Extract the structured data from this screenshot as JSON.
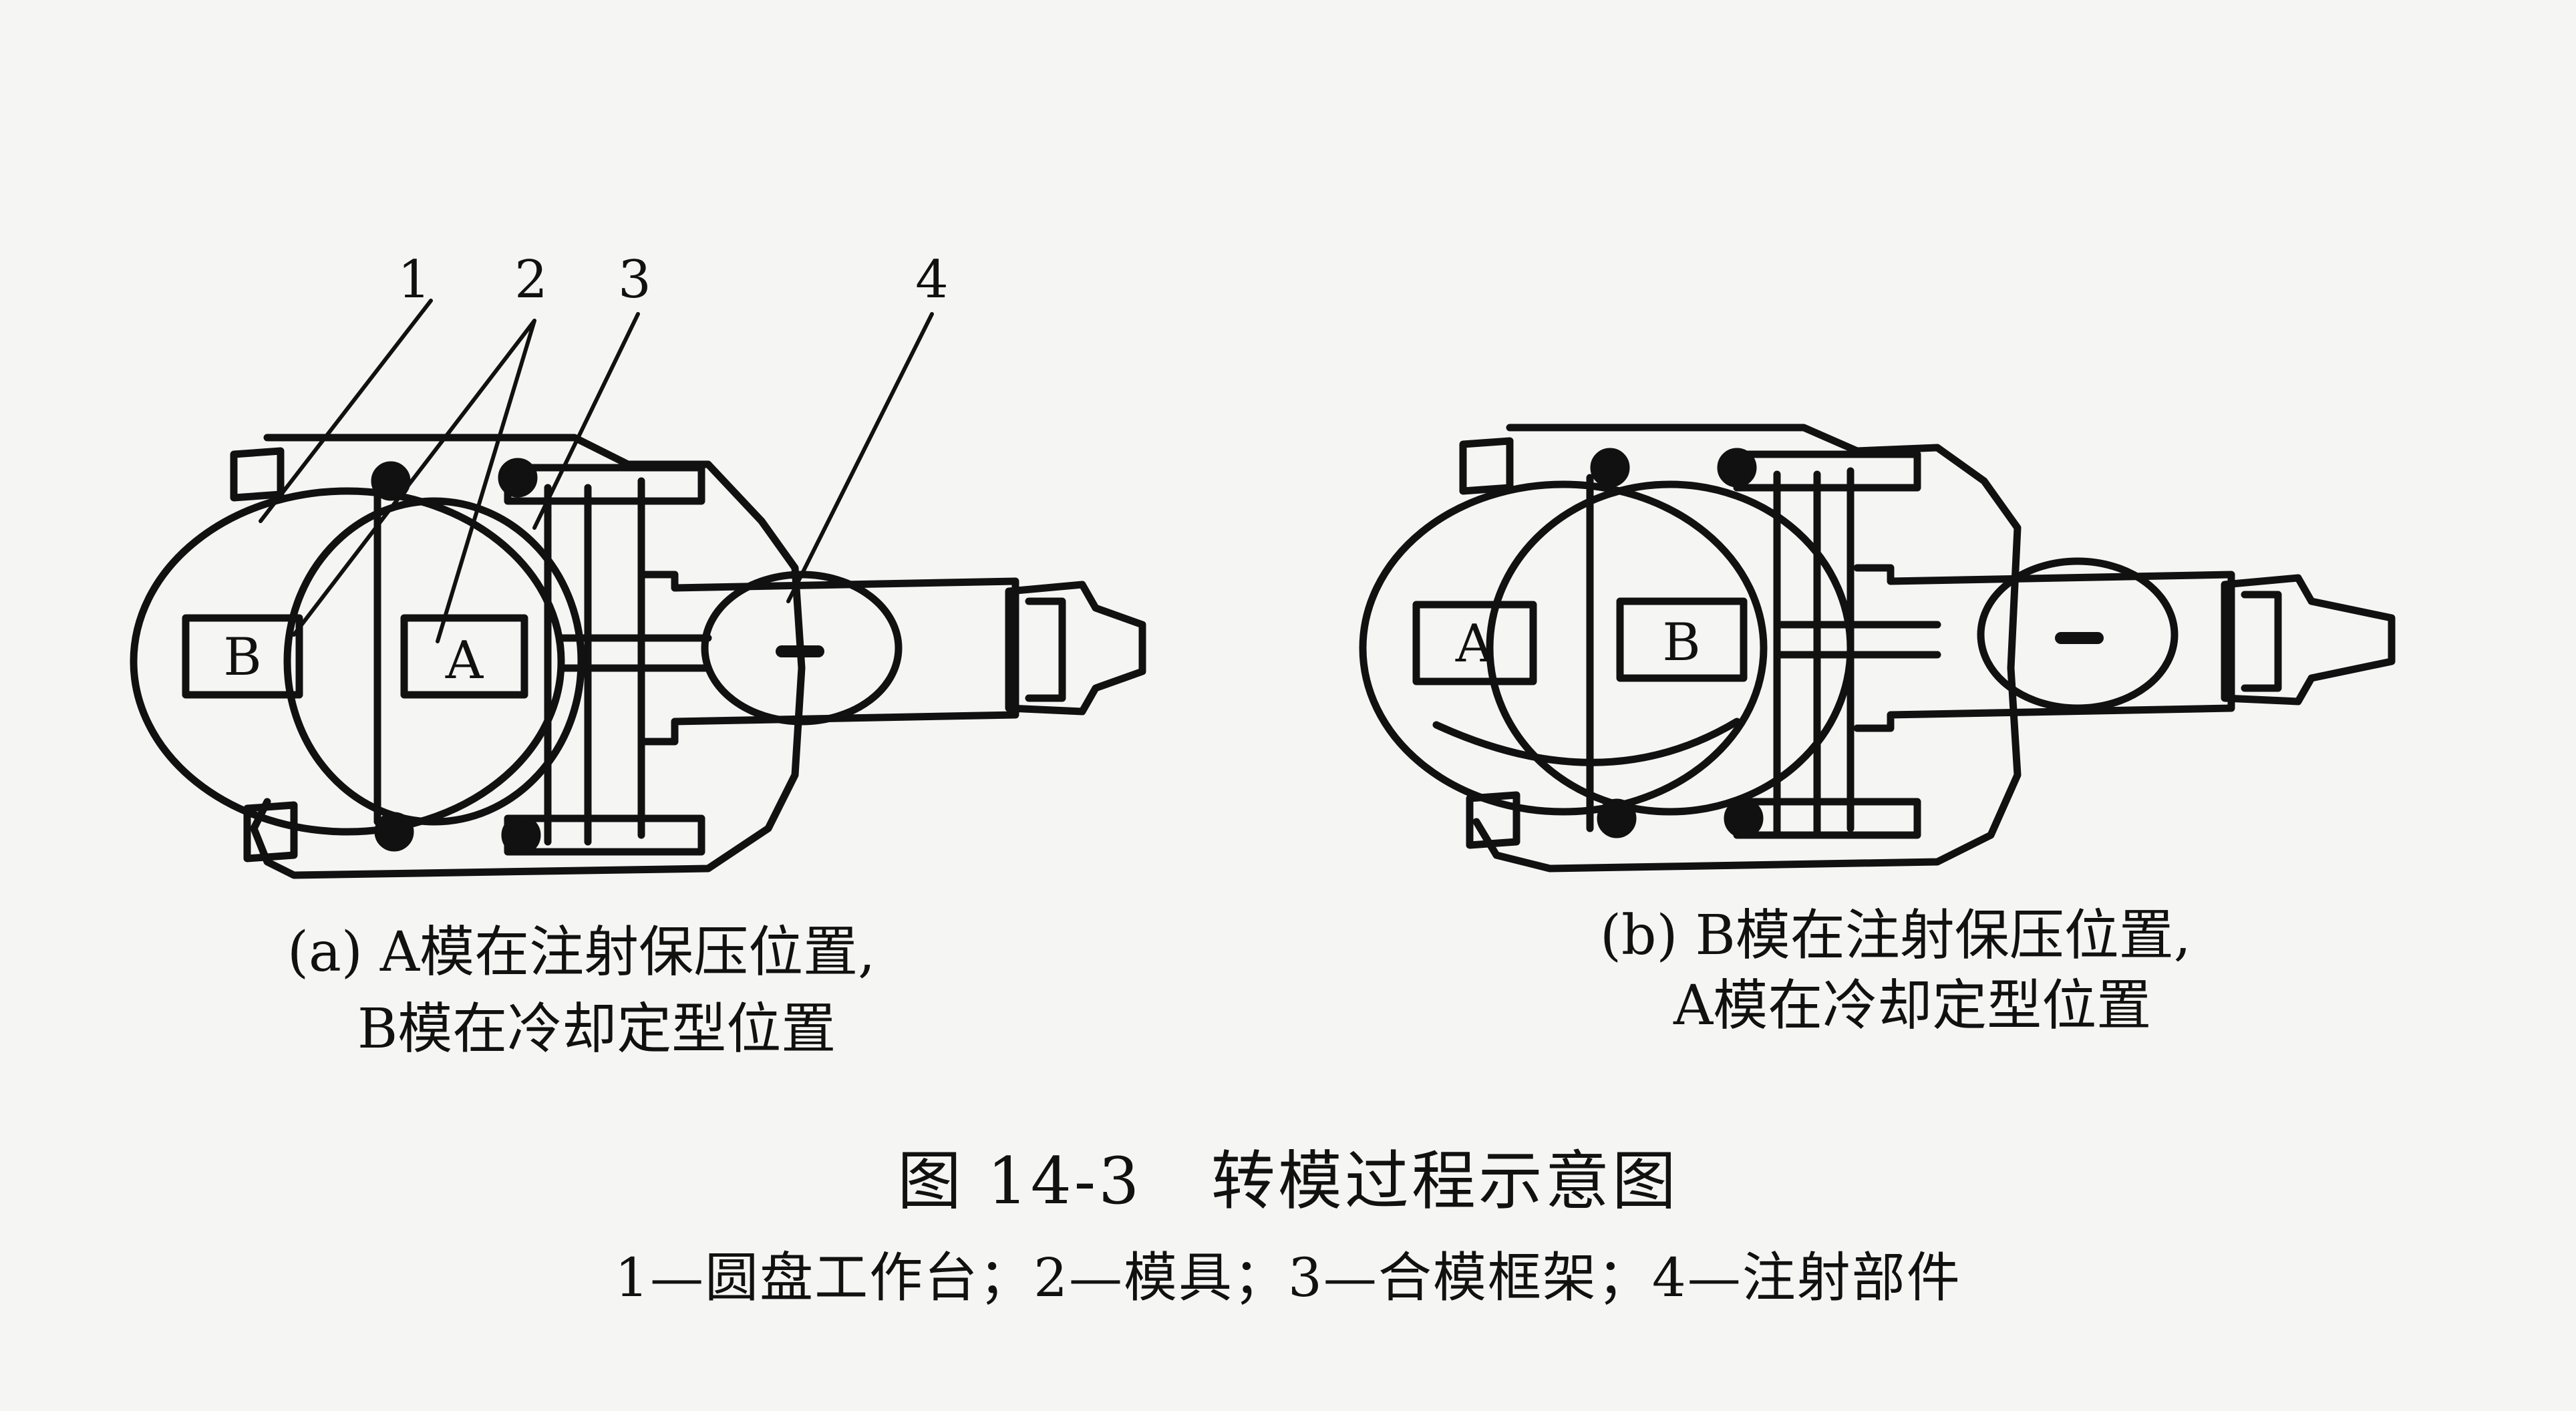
{
  "callouts": [
    "1",
    "2",
    "3",
    "4"
  ],
  "mold_labels": {
    "a": "A",
    "b": "B"
  },
  "caption_a": {
    "line1": "(a) A模在注射保压位置,",
    "line2": "B模在冷却定型位置"
  },
  "caption_b": {
    "line1": "(b) B模在注射保压位置,",
    "line2": "A模在冷却定型位置"
  },
  "figure_title": "图 14-3   转模过程示意图",
  "legend": "1—圆盘工作台；2—模具；3—合模框架；4—注射部件"
}
